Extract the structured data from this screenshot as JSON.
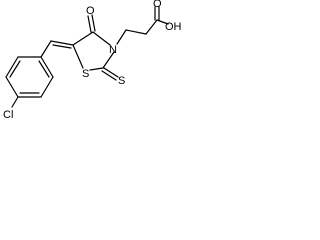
{
  "molecule": {
    "atoms": {
      "o_ring": "O",
      "oh": "OH",
      "o_acid": "O",
      "s_ring": "S",
      "s_thione": "S",
      "n_ring": "N",
      "cl": "Cl"
    }
  }
}
